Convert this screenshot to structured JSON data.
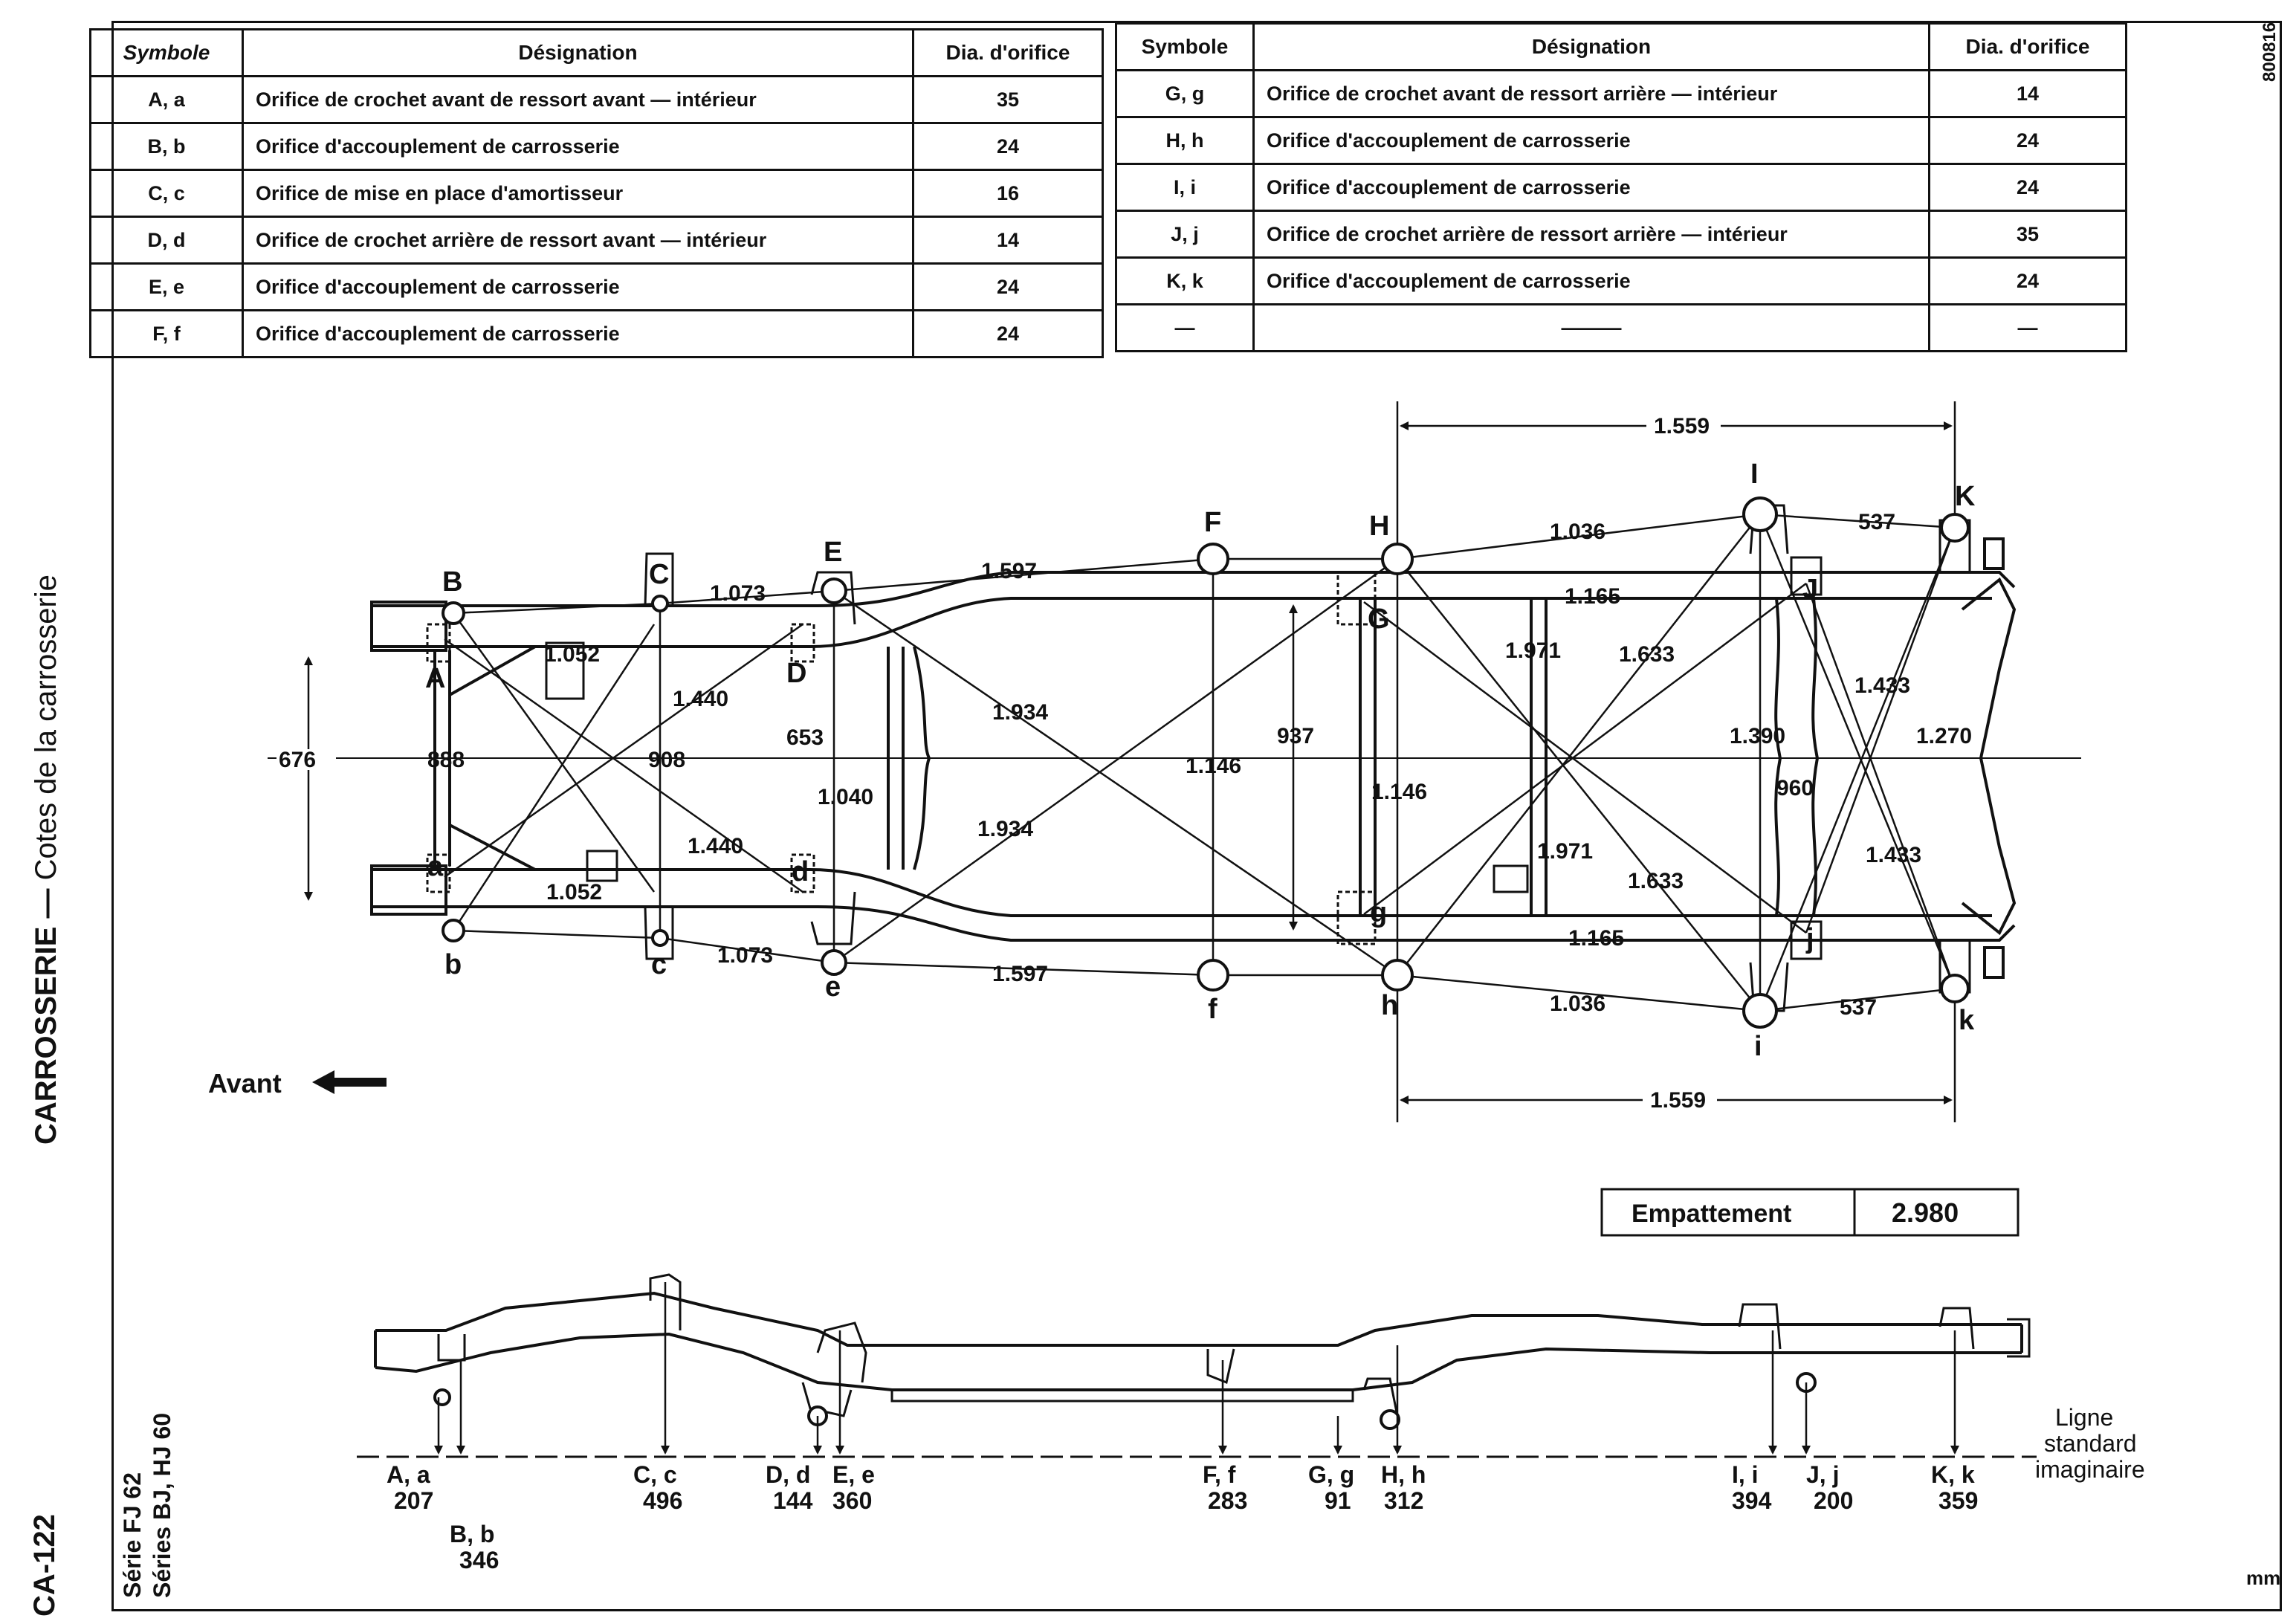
{
  "sidebar": {
    "page_code": "CA-122",
    "section": "CARROSSERIE",
    "dash": "—",
    "subsection": "Cotes de la carrosserie",
    "series_fj": "Série FJ 62",
    "series_bj": "Séries BJ, HJ 60"
  },
  "ref_code": "800816",
  "unit": "mm",
  "table_left": {
    "headers": {
      "symbol": "Symbole",
      "designation": "Désignation",
      "dia": "Dia. d'orifice"
    },
    "rows": [
      {
        "symbol": "A, a",
        "designation": "Orifice de crochet avant de ressort avant — intérieur",
        "dia": "35"
      },
      {
        "symbol": "B, b",
        "designation": "Orifice d'accouplement de carrosserie",
        "dia": "24"
      },
      {
        "symbol": "C, c",
        "designation": "Orifice de mise en place d'amortisseur",
        "dia": "16"
      },
      {
        "symbol": "D, d",
        "designation": "Orifice de crochet arrière de ressort avant — intérieur",
        "dia": "14"
      },
      {
        "symbol": "E, e",
        "designation": "Orifice d'accouplement de carrosserie",
        "dia": "24"
      },
      {
        "symbol": "F, f",
        "designation": "Orifice d'accouplement de carrosserie",
        "dia": "24"
      }
    ]
  },
  "table_right": {
    "headers": {
      "symbol": "Symbole",
      "designation": "Désignation",
      "dia": "Dia. d'orifice"
    },
    "rows": [
      {
        "symbol": "G, g",
        "designation": "Orifice de crochet avant de ressort arrière — intérieur",
        "dia": "14"
      },
      {
        "symbol": "H, h",
        "designation": "Orifice d'accouplement de carrosserie",
        "dia": "24"
      },
      {
        "symbol": "I, i",
        "designation": "Orifice d'accouplement de carrosserie",
        "dia": "24"
      },
      {
        "symbol": "J, j",
        "designation": "Orifice de crochet arrière de ressort arrière — intérieur",
        "dia": "35"
      },
      {
        "symbol": "K, k",
        "designation": "Orifice d'accouplement de carrosserie",
        "dia": "24"
      },
      {
        "symbol": "—",
        "designation": "———",
        "dia": "—"
      }
    ]
  },
  "plan": {
    "front_label": "Avant",
    "points": {
      "B": "B",
      "C": "C",
      "E": "E",
      "F": "F",
      "H": "H",
      "I": "I",
      "K": "K",
      "A": "A",
      "D": "D",
      "G": "G",
      "J": "J",
      "b": "b",
      "c": "c",
      "e": "e",
      "f": "f",
      "h": "h",
      "i": "i",
      "k": "k",
      "a": "a",
      "d": "d",
      "g": "g",
      "j": "j"
    },
    "dims": {
      "rear_span": "1.559",
      "HI": "1.036",
      "IK": "537",
      "BC": "1.073",
      "CE": "1.597",
      "rail_gj": "1.165",
      "BAd": "1.052",
      "HJ": "1.971",
      "IJ": "1.633",
      "JK": "1.433",
      "CD": "1.440",
      "EH": "1.934",
      "w676": "676",
      "w888": "888",
      "w908": "908",
      "w653": "653",
      "w1040": "1.040",
      "w1146": "1.146",
      "w937": "937",
      "w1146b": "1.146",
      "w1390": "1.390",
      "w960": "960",
      "w1270": "1.270"
    }
  },
  "wheelbase": {
    "label": "Empattement",
    "value": "2.980"
  },
  "side": {
    "ligne": [
      "Ligne",
      "standard",
      "imaginaire"
    ],
    "heights": [
      {
        "pts": "A, a",
        "val": "207"
      },
      {
        "pts": "B, b",
        "val": "346"
      },
      {
        "pts": "C, c",
        "val": "496"
      },
      {
        "pts": "D, d",
        "val": "144"
      },
      {
        "pts": "E, e",
        "val": "360"
      },
      {
        "pts": "F, f",
        "val": "283"
      },
      {
        "pts": "G, g",
        "val": "91"
      },
      {
        "pts": "H, h",
        "val": "312"
      },
      {
        "pts": "I, i",
        "val": "394"
      },
      {
        "pts": "J, j",
        "val": "200"
      },
      {
        "pts": "K, k",
        "val": "359"
      }
    ]
  }
}
